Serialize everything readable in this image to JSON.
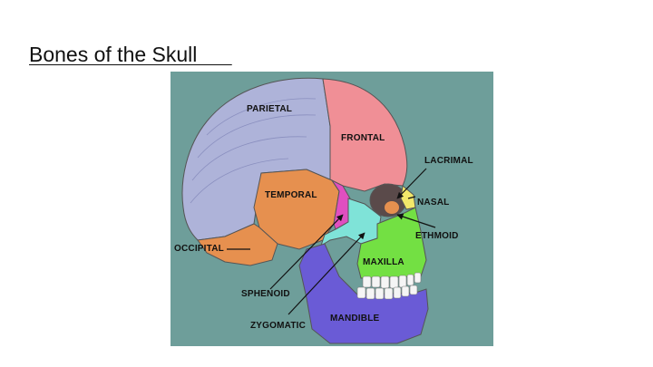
{
  "slide": {
    "title": "Bones of the Skull      "
  },
  "diagram": {
    "colors": {
      "background": "#6e9e9a",
      "parietal": "#aeb3d9",
      "frontal": "#f08f96",
      "temporal": "#e6904f",
      "occipital": "#e6904f",
      "sphenoid": "#e04fc0",
      "zygomatic": "#7fe3d8",
      "maxilla": "#73e043",
      "mandible": "#6a5bd6",
      "nasal": "#f2e86a",
      "teeth": "#f5f5f5"
    },
    "labels": {
      "parietal": "PARIETAL",
      "frontal": "FRONTAL",
      "lacrimal": "LACRIMAL",
      "temporal": "TEMPORAL",
      "nasal": "NASAL",
      "ethmoid": "ETHMOID",
      "occipital": "OCCIPITAL",
      "maxilla": "MAXILLA",
      "sphenoid": "SPHENOID",
      "mandible": "MANDIBLE",
      "zygomatic": "ZYGOMATIC"
    }
  }
}
